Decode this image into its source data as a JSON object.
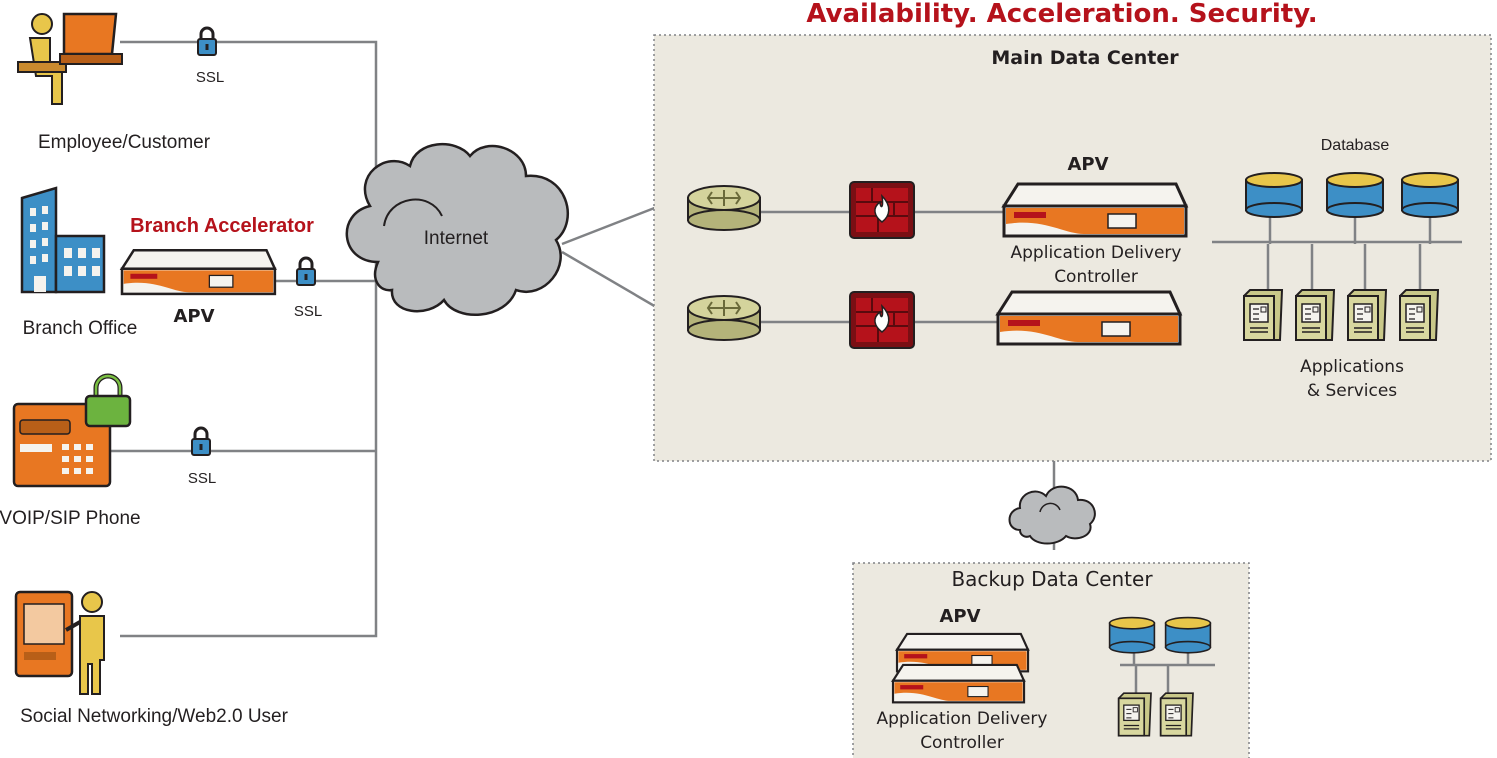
{
  "header": {
    "tagline": "Availability. Acceleration. Security."
  },
  "users": {
    "employee": "Employee/Customer",
    "branch_office": "Branch Office",
    "voip": "VOIP/SIP Phone",
    "social": "Social Networking/Web2.0 User"
  },
  "branch": {
    "title": "Branch Accelerator",
    "device": "APV"
  },
  "ssl_label": "SSL",
  "internet_label": "Internet",
  "main_dc": {
    "title": "Main Data Center",
    "apv_label": "APV",
    "adc_line1": "Application Delivery",
    "adc_line2": "Controller",
    "database_label": "Database",
    "apps_line1": "Applications",
    "apps_line2": "& Services"
  },
  "backup_dc": {
    "title": "Backup Data Center",
    "apv_label": "APV",
    "adc_line1": "Application Delivery",
    "adc_line2": "Controller"
  },
  "colors": {
    "accent_red": "#b5121b",
    "orange": "#e87722",
    "olive": "#c9c889",
    "db_blue": "#3d8fc6",
    "zone_bg": "#ece9e0",
    "cloud": "#b9bbbd"
  }
}
